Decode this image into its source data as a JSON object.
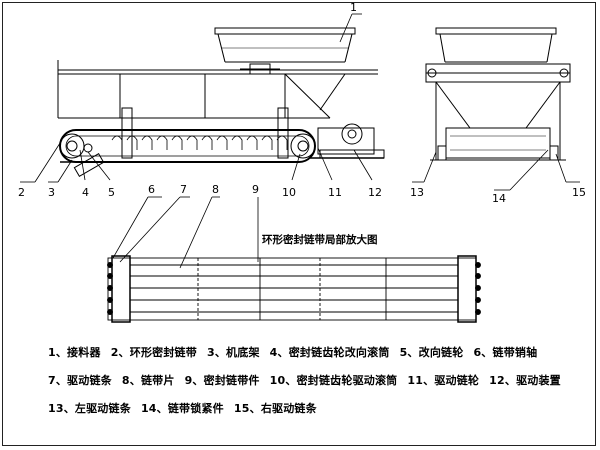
{
  "callouts_top": [
    "1",
    "2",
    "3",
    "4",
    "5",
    "6",
    "7",
    "8",
    "9",
    "10",
    "11",
    "12",
    "13",
    "14",
    "15"
  ],
  "detail": {
    "title": "环形密封链带局部放大图"
  },
  "legend": {
    "row1": [
      "1、接料器",
      "2、环形密封链带",
      "3、机底架",
      "4、密封链齿轮改向滚筒",
      "5、改向链轮",
      "6、链带销轴"
    ],
    "row2": [
      "7、驱动链条",
      "8、链带片",
      "9、密封链带件",
      "10、密封链齿轮驱动滚筒",
      "11、驱动链轮",
      "12、驱动装置"
    ],
    "row3": [
      "13、左驱动链条",
      "14、链带锁紧件",
      "15、右驱动链条"
    ]
  }
}
